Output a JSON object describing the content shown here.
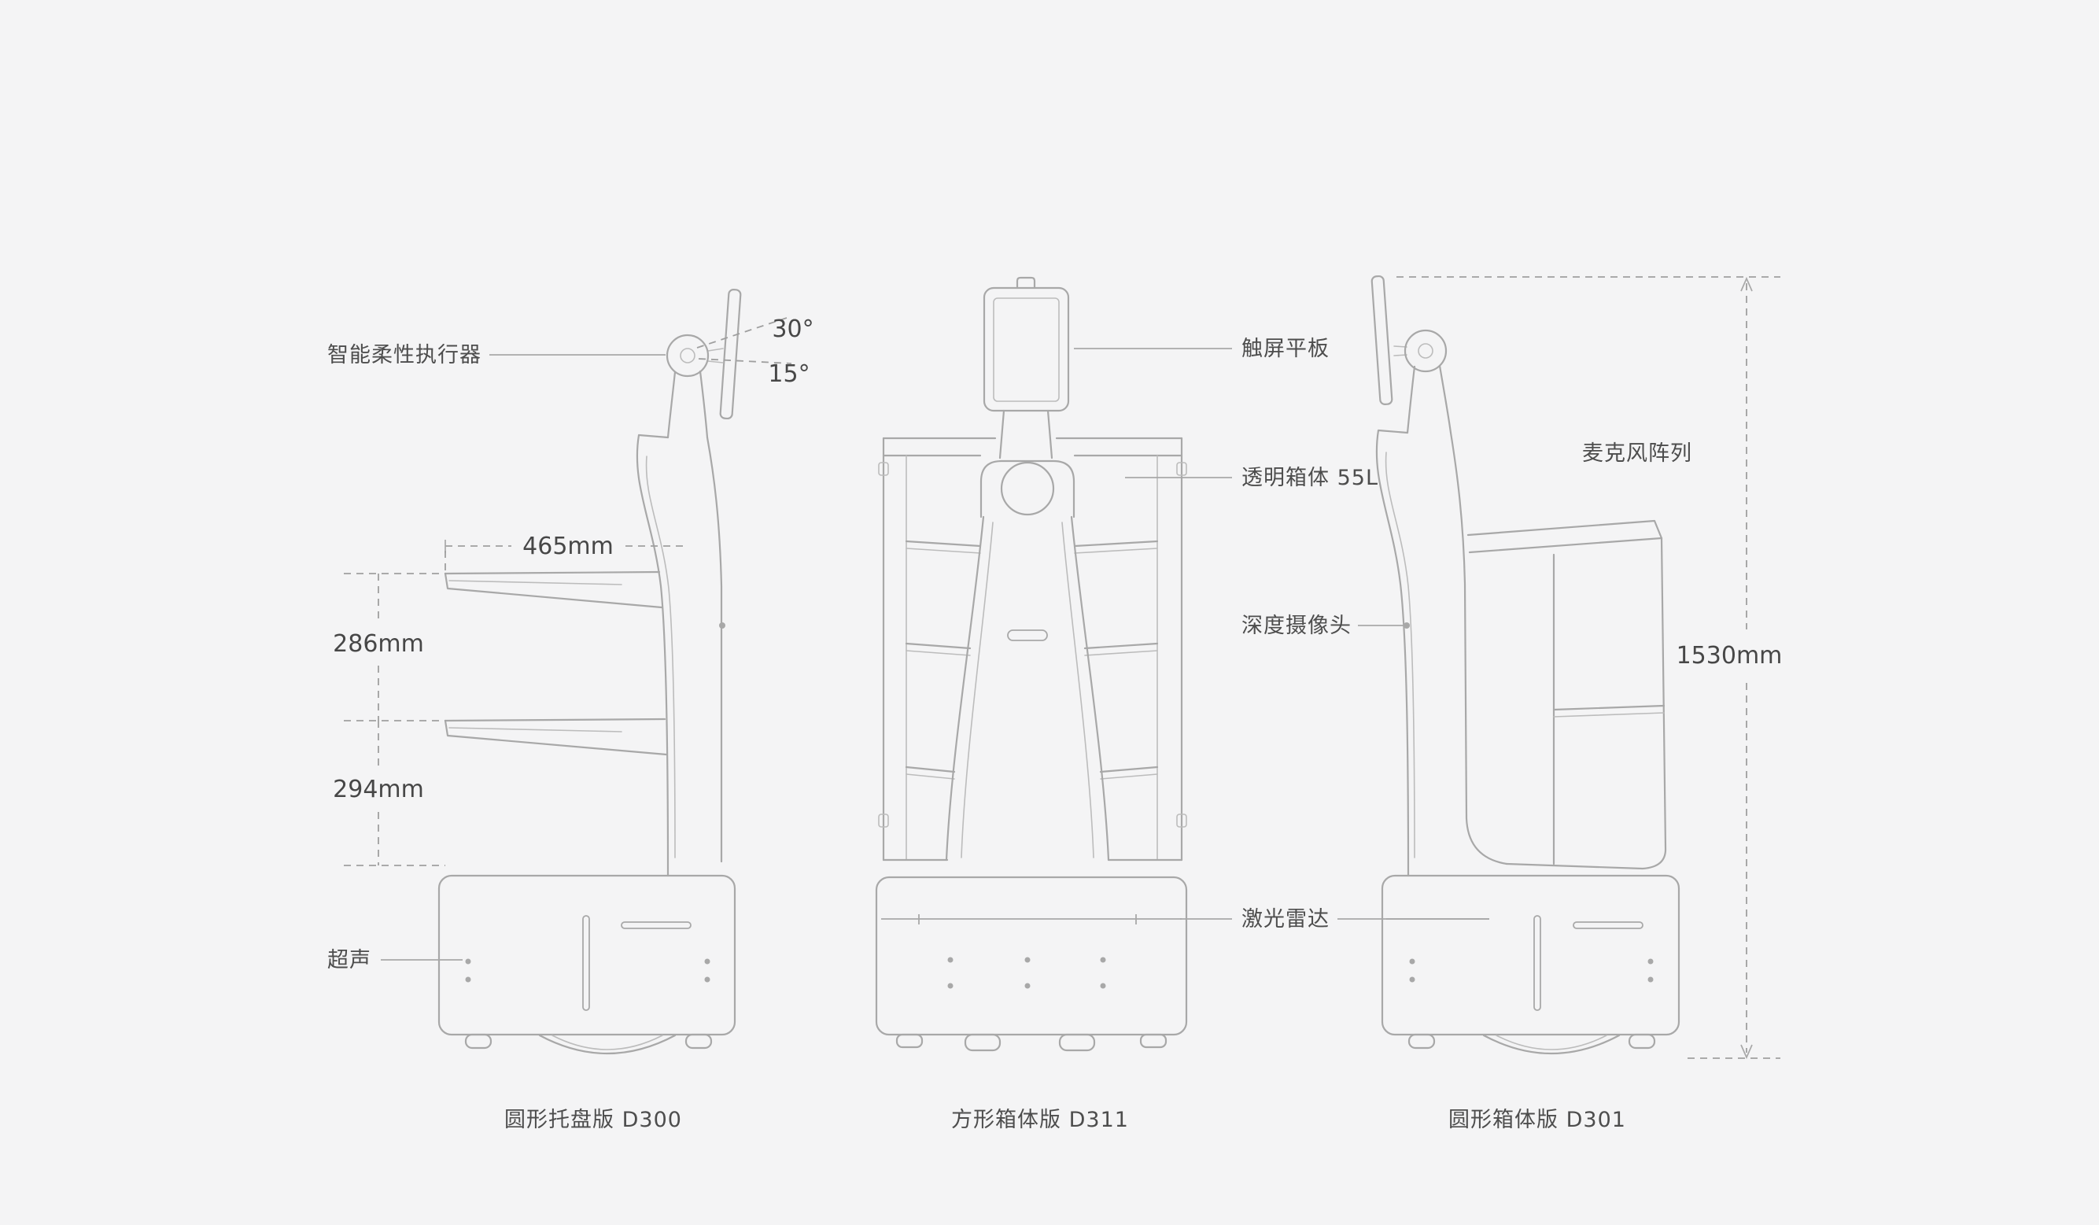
{
  "diagram": {
    "colors": {
      "background": "#f4f4f5",
      "line": "#a8a8a8",
      "text": "#4d4d4d"
    },
    "robots": [
      {
        "id": "D300",
        "caption": "圆形托盘版 D300"
      },
      {
        "id": "D311",
        "caption": "方形箱体版 D311"
      },
      {
        "id": "D301",
        "caption": "圆形箱体版 D301"
      }
    ],
    "callouts": {
      "actuator": "智能柔性执行器",
      "ultrasonic": "超声",
      "touchscreen": "触屏平板",
      "transparent_box": "透明箱体 55L",
      "depth_camera": "深度摄像头",
      "lidar": "激光雷达",
      "mic_array": "麦克风阵列"
    },
    "angles": {
      "tilt_up": "30°",
      "tilt_down": "15°"
    },
    "dimensions": {
      "tray_width": "465mm",
      "upper_tray_gap": "286mm",
      "lower_tray_gap": "294mm",
      "total_height": "1530mm"
    }
  }
}
